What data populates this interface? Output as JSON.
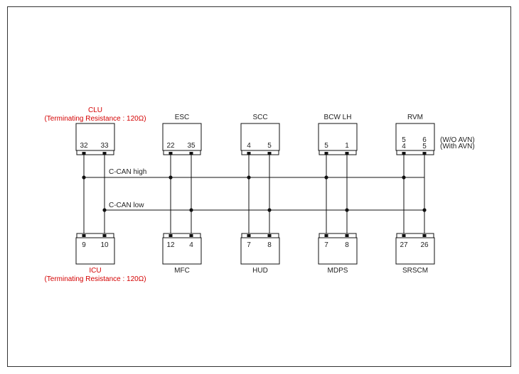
{
  "colors": {
    "line": "#111111",
    "module_fill": "#ffffff",
    "terminating_label": "#d40000",
    "text": "#222222"
  },
  "buses": {
    "high": {
      "label": "C-CAN high"
    },
    "low": {
      "label": "C-CAN low"
    }
  },
  "top_modules": [
    {
      "name": "CLU",
      "note": "(Terminating Resistance : 120Ω)",
      "terminating": true,
      "pins": [
        "32",
        "33"
      ]
    },
    {
      "name": "ESC",
      "note": "",
      "terminating": false,
      "pins": [
        "22",
        "35"
      ]
    },
    {
      "name": "SCC",
      "note": "",
      "terminating": false,
      "pins": [
        "4",
        "5"
      ]
    },
    {
      "name": "BCW LH",
      "note": "",
      "terminating": false,
      "pins": [
        "5",
        "1"
      ]
    },
    {
      "name": "RVM",
      "note": "",
      "terminating": false,
      "pins": [
        "5",
        "6"
      ],
      "pins_alt": [
        "4",
        "5"
      ],
      "variant_labels": [
        "(W/O AVN)",
        "(With AVN)"
      ]
    }
  ],
  "bottom_modules": [
    {
      "name": "ICU",
      "note": "(Terminating Resistance : 120Ω)",
      "terminating": true,
      "pins": [
        "9",
        "10"
      ]
    },
    {
      "name": "MFC",
      "note": "",
      "terminating": false,
      "pins": [
        "12",
        "4"
      ]
    },
    {
      "name": "HUD",
      "note": "",
      "terminating": false,
      "pins": [
        "7",
        "8"
      ]
    },
    {
      "name": "MDPS",
      "note": "",
      "terminating": false,
      "pins": [
        "7",
        "8"
      ]
    },
    {
      "name": "SRSCM",
      "note": "",
      "terminating": false,
      "pins": [
        "27",
        "26"
      ]
    }
  ]
}
